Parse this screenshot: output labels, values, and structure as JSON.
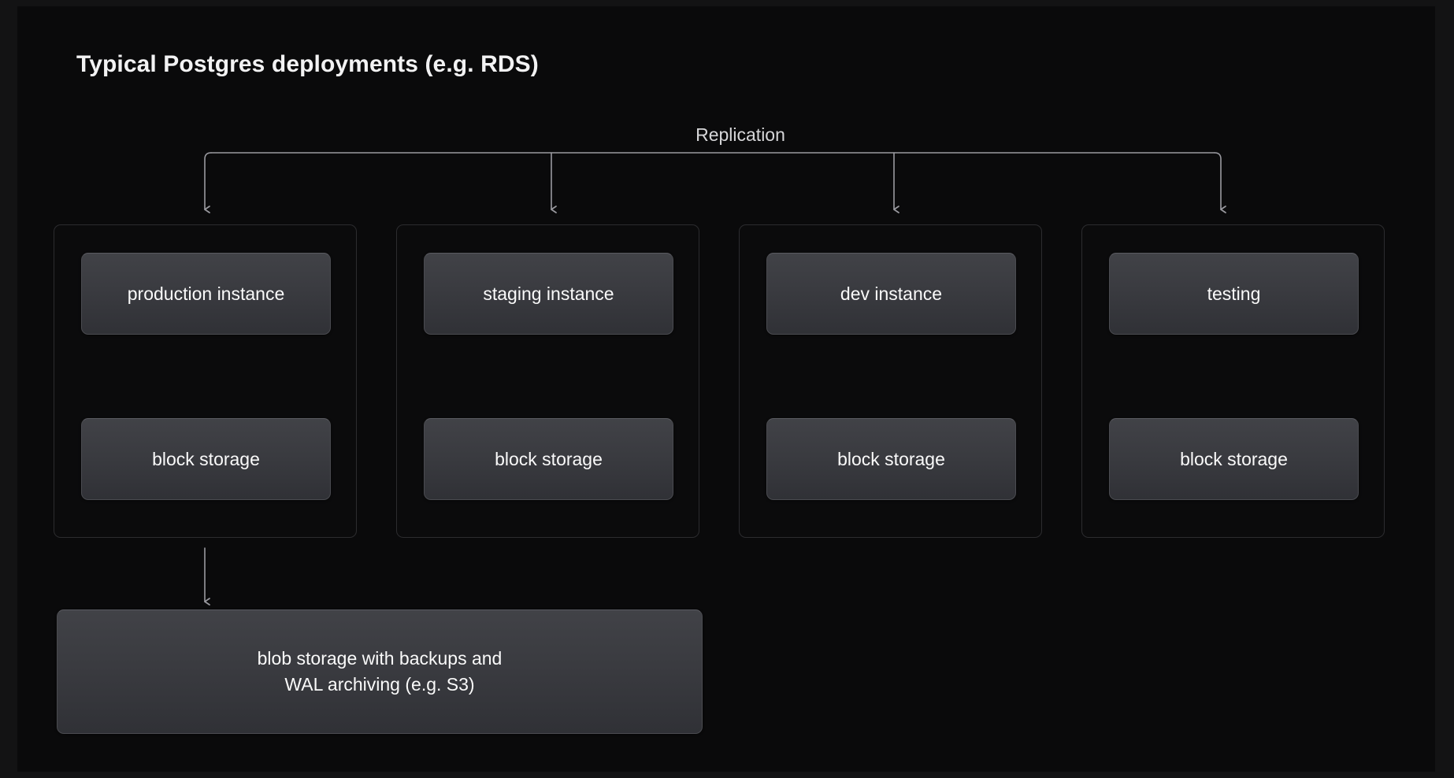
{
  "page": {
    "title": "Typical Postgres deployments (e.g. RDS)",
    "background_color": "#0a0a0b",
    "frame_color": "#131314",
    "text_color": "#f2f2f3",
    "connector_color": "#9a9aa0",
    "node_fill_top": "#414247",
    "node_fill_bottom": "#303136",
    "group_border_color": "#2c2c2f"
  },
  "diagram": {
    "replication_label": "Replication",
    "groups": [
      {
        "id": "production",
        "instance_label": "production instance",
        "storage_label": "block storage",
        "link_type": "bidirectional"
      },
      {
        "id": "staging",
        "instance_label": "staging instance",
        "storage_label": "block storage",
        "link_type": "bidirectional"
      },
      {
        "id": "dev",
        "instance_label": "dev instance",
        "storage_label": "block storage",
        "link_type": "bidirectional"
      },
      {
        "id": "testing",
        "instance_label": "testing",
        "storage_label": "block storage",
        "link_type": "bidirectional"
      }
    ],
    "blob_storage": {
      "line1": "blob storage with backups and",
      "line2": "WAL archiving (e.g. S3)"
    }
  }
}
